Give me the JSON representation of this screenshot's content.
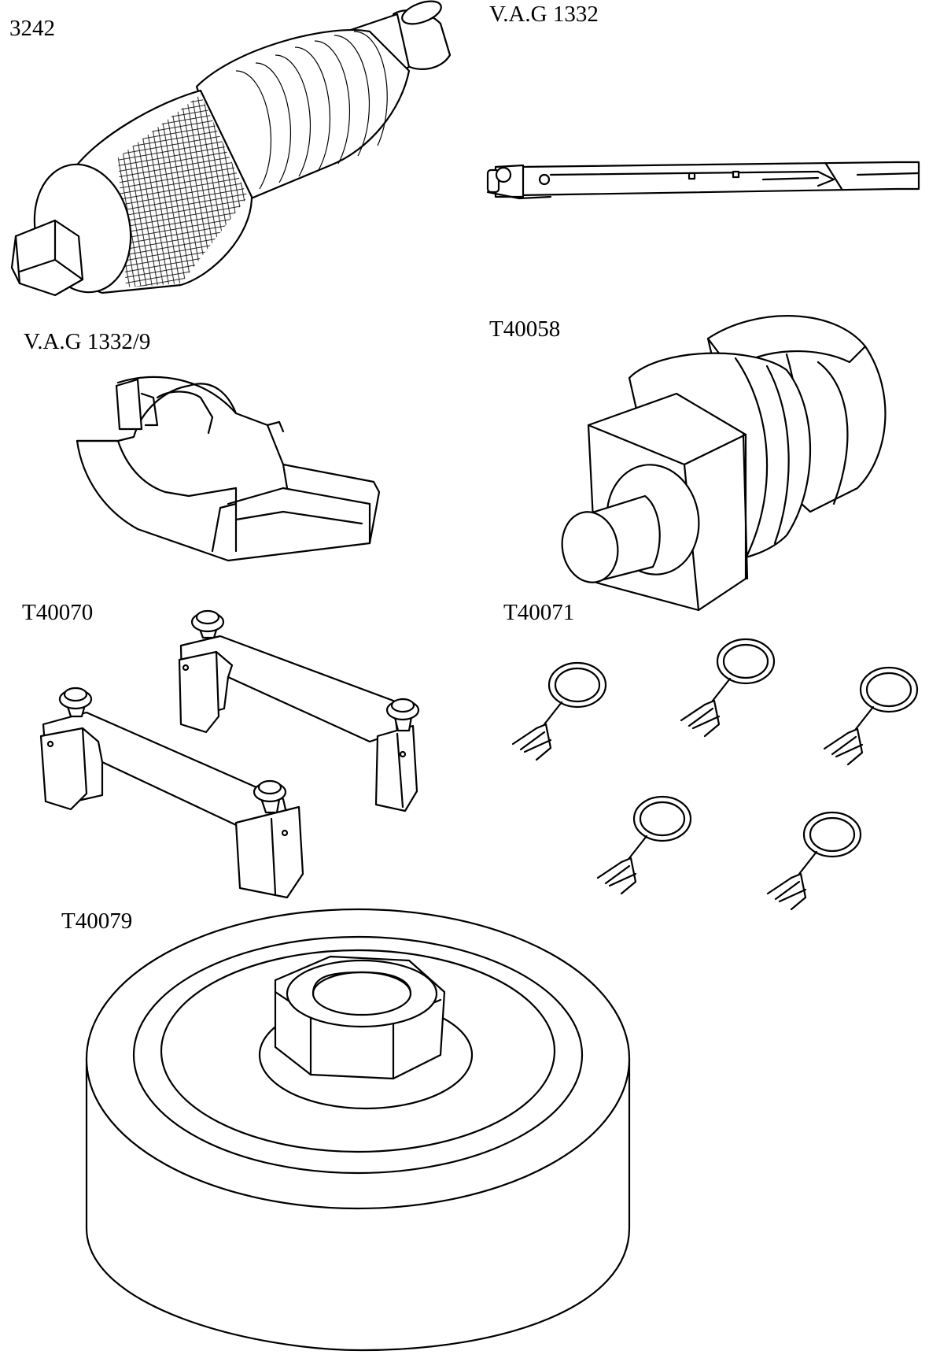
{
  "labels": {
    "tool_3242": "3242",
    "vag_1332": "V.A.G 1332",
    "vag_1332_9": "V.A.G 1332/9",
    "t40058": "T40058",
    "t40070": "T40070",
    "t40071": "T40071",
    "t40079": "T40079"
  }
}
